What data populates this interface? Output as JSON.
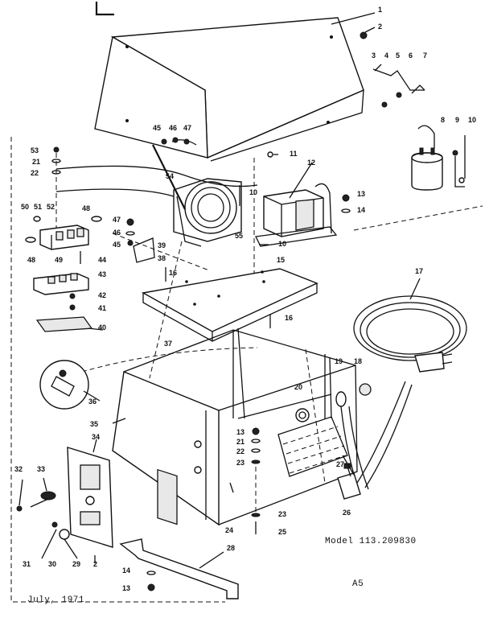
{
  "caption": {
    "model": "Model 113.209830",
    "date": "July, 1971",
    "page_code": "A5"
  },
  "parts": {
    "hood": "1",
    "screw_2": "2",
    "part_3": "3",
    "part_4": "4",
    "part_5": "5",
    "part_6": "6",
    "part_7": "7",
    "part_8": "8",
    "part_9": "9",
    "part_10": "10",
    "part_11": "11",
    "transformer": "12",
    "part_13": "13",
    "part_14": "14",
    "part_15": "15",
    "part_16": "16",
    "power_cord": "17",
    "part_18": "18",
    "part_19": "19",
    "part_20": "20",
    "part_21": "21",
    "part_22": "22",
    "part_23": "23",
    "part_24": "24",
    "part_25": "25",
    "switch": "26",
    "leads": "27",
    "bracket": "28",
    "part_29": "29",
    "part_30": "30",
    "part_31": "31",
    "part_32": "32",
    "part_33": "33",
    "face_plate": "34",
    "base_housing": "35",
    "part_36": "36",
    "mount_plate": "37",
    "part_38": "38",
    "part_39": "39",
    "label": "40",
    "part_41": "41",
    "part_42": "42",
    "terminal_block": "43",
    "part_44": "44",
    "part_45": "45",
    "part_46": "46",
    "part_47": "47",
    "part_48": "48",
    "part_49": "49",
    "part_50": "50",
    "part_51": "51",
    "part_52": "52",
    "part_53": "53",
    "motor_housing": "54",
    "part_55": "55"
  }
}
